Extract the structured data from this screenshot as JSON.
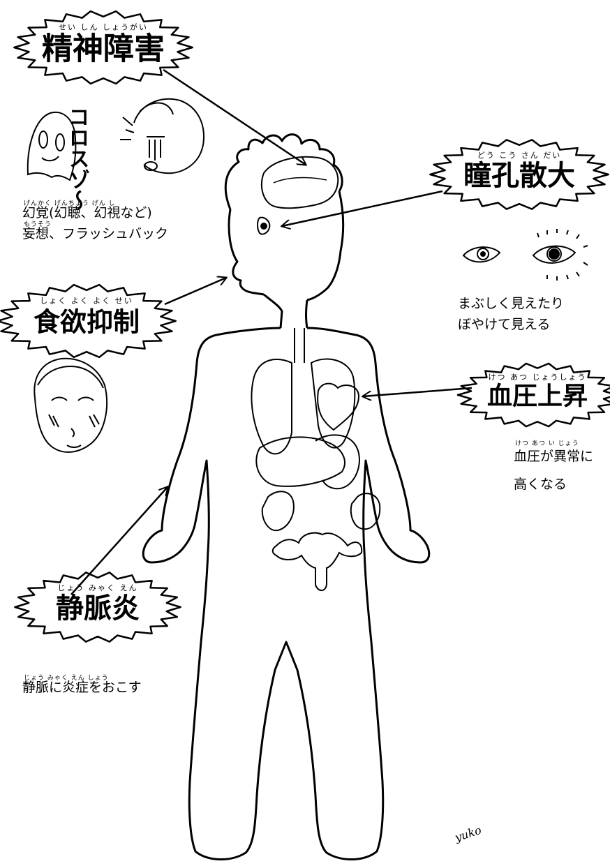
{
  "labels": [
    {
      "id": "psych",
      "title": "精神障害",
      "furigana": "せい しん しょうがい",
      "description": [
        "幻覚(幻聴、幻視など)",
        "妄想、フラッシュバック"
      ],
      "description_furigana": [
        "げんかく  げんちょう  げん し",
        "もうそう"
      ]
    },
    {
      "id": "pupil",
      "title": "瞳孔散大",
      "furigana": "どう こう さん だい",
      "description": [
        "まぶしく見えたり",
        "ぼやけて見える"
      ]
    },
    {
      "id": "appetite",
      "title": "食欲抑制",
      "furigana": "しょく よく よく せい",
      "description": []
    },
    {
      "id": "bp",
      "title": "血圧上昇",
      "furigana": "けつ あつ じょうしょう",
      "description": [
        "血圧が異常に",
        "高くなる"
      ],
      "description_furigana": [
        "けつ あつ    い じょう"
      ]
    },
    {
      "id": "vein",
      "title": "静脈炎",
      "furigana": "じょう みゃく えん",
      "description": [
        "静脈に炎症をおこす"
      ],
      "description_furigana": [
        "じょう みゃく   えん しょう"
      ]
    }
  ],
  "hallucination_text": "コロスゾ〜",
  "signature": "yuko",
  "colors": {
    "line": "#000000",
    "background": "#ffffff"
  }
}
